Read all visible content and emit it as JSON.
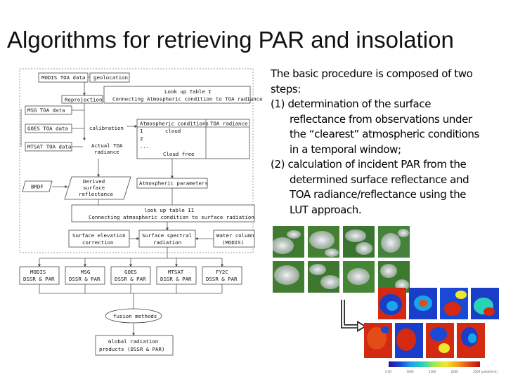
{
  "slide": {
    "title": "Algorithms for retrieving PAR and insolation",
    "description": {
      "intro": "The basic procedure is composed of two steps:",
      "items": [
        {
          "num": "(1)",
          "text": "determination of the surface reflectance from observations under the “clearest” atmospheric conditions in a temporal window;"
        },
        {
          "num": "(2)",
          "text": " calculation of incident PAR from the determined surface reflectance and TOA radiance/reflectance using the LUT approach."
        }
      ]
    }
  },
  "flowchart": {
    "modis_toa": "MODIS TOA data",
    "geolocation": "geolocation",
    "reprojection": "Reprojection",
    "lut1_title": "Look up Table I",
    "lut1_sub": "Connecting Atmospheric condition to TOA radiance",
    "msg_toa": "MSG TOA data",
    "goes_toa": "GOES TOA data",
    "mtsat_toa": "MTSAT TOA data",
    "calibration": "calibration",
    "actual_toa": [
      "Actual TOA",
      "radiance"
    ],
    "atm_conditions": "Atmospheric conditions",
    "toa_radiance": "TOA radiance",
    "row1": "1",
    "row1_val": "cloud",
    "row2": "2",
    "row_more": "...",
    "cloud_free": "Cloud free",
    "brdf": "BRDF",
    "derived_refl": [
      "Derived",
      "surface",
      "reflectance"
    ],
    "atm_params": "Atmospheric parameters",
    "lut2_title": "look up table II",
    "lut2_sub": "Connecting atmospheric condition to surface radiation",
    "surf_elev": [
      "Surface elevation",
      "correction"
    ],
    "surf_spectral": [
      "Surface spectral",
      "radiation"
    ],
    "water_col": [
      "Water column",
      "(MODIS)"
    ],
    "products": [
      [
        "MODIS",
        "DSSR & PAR"
      ],
      [
        "MSG",
        "DSSR & PAR"
      ],
      [
        "GOES",
        "DSSR & PAR"
      ],
      [
        "MTSAT",
        "DSSR & PAR"
      ],
      [
        "FY2C",
        "DSSR & PAR"
      ]
    ],
    "fusion": "fusion methods",
    "global": [
      "Global radiation",
      "products (DSSR & PAR)"
    ]
  },
  "colorbar_ticks": [
    "0.00",
    "1000",
    "1500",
    "2000",
    "2500 (µmol/m²/s)"
  ],
  "colors": {
    "satellite_land": "#3f7a2e",
    "cloud": "#d8d8e0",
    "arrow": "#2a2a2a",
    "par_high": "#d42a12",
    "par_low": "#1a3ec8"
  }
}
